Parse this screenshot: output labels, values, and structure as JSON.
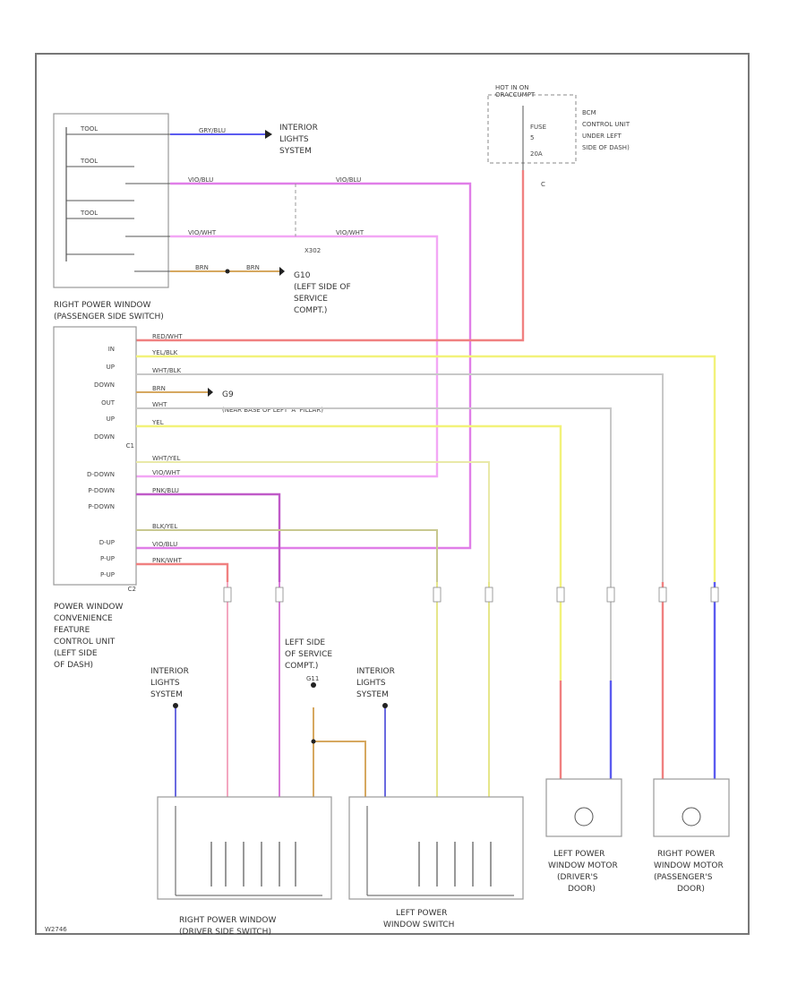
{
  "diagram_id": "W2746",
  "components": {
    "bcm_top_left": {
      "pins": [
        "TOOL",
        "TOOL",
        "TOOL"
      ]
    },
    "hot_in_run": {
      "title_line1": "HOT IN ON",
      "title_line2": "ORACCUMPT",
      "fuse_line1": "FUSE",
      "fuse_line2": "5",
      "fuse_line3": "20A"
    },
    "bcm_label": {
      "line1": "BCM",
      "line2": "CONTROL UNIT",
      "line3": "UNDER LEFT",
      "line4": "SIDE OF DASH)"
    },
    "pass_switch": {
      "line1": "RIGHT POWER WINDOW",
      "line2": "(PASSENGER SIDE SWITCH)"
    },
    "conv_unit": {
      "line1": "POWER WINDOW",
      "line2": "CONVENIENCE",
      "line3": "FEATURE",
      "line4": "CONTROL UNIT",
      "line5": "(LEFT SIDE",
      "line6": "OF DASH)"
    },
    "right_switch": {
      "line1": "RIGHT POWER WINDOW",
      "line2": "(DRIVER SIDE SWITCH)"
    },
    "left_switch": {
      "line1": "LEFT POWER",
      "line2": "WINDOW SWITCH"
    },
    "left_motor": {
      "line1": "LEFT POWER",
      "line2": "WINDOW MOTOR",
      "line3": "(DRIVER'S",
      "line4": "DOOR)"
    },
    "right_motor": {
      "line1": "RIGHT POWER",
      "line2": "WINDOW MOTOR",
      "line3": "(PASSENGER'S",
      "line4": "DOOR)"
    },
    "interior1": {
      "line1": "INTERIOR",
      "line2": "LIGHTS",
      "line3": "SYSTEM"
    },
    "interior2": {
      "line1": "INTERIOR",
      "line2": "LIGHTS",
      "line3": "SYSTEM"
    },
    "interior3": {
      "line1": "INTERIOR",
      "line2": "LIGHTS",
      "line3": "SYSTEM"
    },
    "ground_g10": {
      "id": "G10",
      "line1": "(LEFT SIDE OF",
      "line2": "SERVICE",
      "line3": "COMPT.)"
    },
    "ground_g9": {
      "id": "G9",
      "text": "(NEAR BASE OF LEFT 'A' PILLAR)"
    },
    "ground_g11": {
      "line1": "LEFT SIDE",
      "line2": "OF SERVICE",
      "line3": "COMPT.)",
      "id": "G11"
    },
    "splice_x302": "X302",
    "splice_c": "C"
  },
  "pin_labels": [
    "IN",
    "UP",
    "DOWN",
    "",
    "OUT",
    "UP",
    "DOWN",
    "C1",
    "D-DOWN",
    "P-DOWN",
    "P-DOWN",
    "",
    "D-UP",
    "P-UP",
    "P-UP",
    "C2"
  ],
  "wire_colors": {
    "red_wht": "RED/WHT",
    "yel_blk": "YEL/BLK",
    "wht_blk": "WHT/BLK",
    "brn": "BRN",
    "wht": "WHT",
    "yel": "YEL",
    "wht_yel": "WHT/YEL",
    "vio_wht": "VIO/WHT",
    "pnk_blk": "PNK/BLU",
    "blk_yel": "BLK/YEL",
    "vio_blk": "VIO/BLU",
    "pnk_wht": "PNK/WHT",
    "grn_blu": "GRY/BLU"
  },
  "palette": {
    "red": "#f08080",
    "yellow": "#f2f27a",
    "violet": "#e07ee8",
    "pink": "#f3a7f5",
    "grey": "#c8c8c8",
    "blue": "#5b5bf0",
    "brown": "#d6a860",
    "blk": "#444444"
  }
}
